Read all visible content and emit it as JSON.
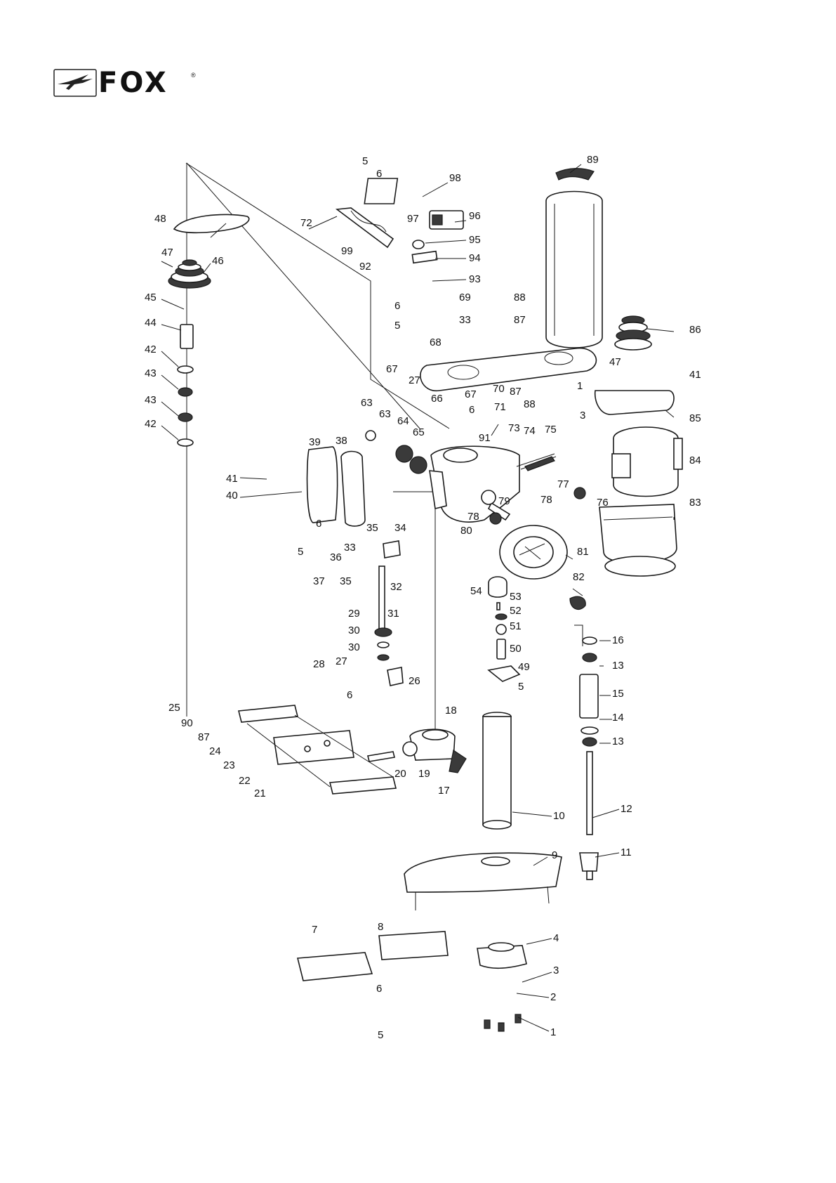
{
  "brand": {
    "name": "FOX",
    "registered_mark": "®",
    "icon": "fox-silhouette-logo"
  },
  "diagram": {
    "type": "exploded-parts-diagram",
    "callouts": [
      {
        "id": "c89",
        "label": "89"
      },
      {
        "id": "c5a",
        "label": "5"
      },
      {
        "id": "c6a",
        "label": "6"
      },
      {
        "id": "c98",
        "label": "98"
      },
      {
        "id": "c48",
        "label": "48"
      },
      {
        "id": "c72",
        "label": "72"
      },
      {
        "id": "c97",
        "label": "97"
      },
      {
        "id": "c96",
        "label": "96"
      },
      {
        "id": "c95",
        "label": "95"
      },
      {
        "id": "c99",
        "label": "99"
      },
      {
        "id": "c94",
        "label": "94"
      },
      {
        "id": "c92",
        "label": "92"
      },
      {
        "id": "c47a",
        "label": "47"
      },
      {
        "id": "c46",
        "label": "46"
      },
      {
        "id": "c93",
        "label": "93"
      },
      {
        "id": "c45",
        "label": "45"
      },
      {
        "id": "c6b",
        "label": "6"
      },
      {
        "id": "c69",
        "label": "69"
      },
      {
        "id": "c88a",
        "label": "88"
      },
      {
        "id": "c44",
        "label": "44"
      },
      {
        "id": "c5b",
        "label": "5"
      },
      {
        "id": "c33a",
        "label": "33"
      },
      {
        "id": "c87a",
        "label": "87"
      },
      {
        "id": "c86",
        "label": "86"
      },
      {
        "id": "c42a",
        "label": "42"
      },
      {
        "id": "c47b",
        "label": "47"
      },
      {
        "id": "c68",
        "label": "68"
      },
      {
        "id": "c43a",
        "label": "43"
      },
      {
        "id": "c67a",
        "label": "67"
      },
      {
        "id": "c27a",
        "label": "27"
      },
      {
        "id": "c41a",
        "label": "41"
      },
      {
        "id": "c43b",
        "label": "43"
      },
      {
        "id": "c66",
        "label": "66"
      },
      {
        "id": "c67b",
        "label": "67"
      },
      {
        "id": "c70",
        "label": "70"
      },
      {
        "id": "c87b",
        "label": "87"
      },
      {
        "id": "c1a",
        "label": "1"
      },
      {
        "id": "c88b",
        "label": "88"
      },
      {
        "id": "c6c",
        "label": "6"
      },
      {
        "id": "c71",
        "label": "71"
      },
      {
        "id": "c42b",
        "label": "42"
      },
      {
        "id": "c63a",
        "label": "63"
      },
      {
        "id": "c63b",
        "label": "63"
      },
      {
        "id": "c64",
        "label": "64"
      },
      {
        "id": "c3a",
        "label": "3"
      },
      {
        "id": "c85",
        "label": "85"
      },
      {
        "id": "c73",
        "label": "73"
      },
      {
        "id": "c74",
        "label": "74"
      },
      {
        "id": "c75",
        "label": "75"
      },
      {
        "id": "c65",
        "label": "65"
      },
      {
        "id": "c91",
        "label": "91"
      },
      {
        "id": "c39",
        "label": "39"
      },
      {
        "id": "c38",
        "label": "38"
      },
      {
        "id": "c84",
        "label": "84"
      },
      {
        "id": "c41b",
        "label": "41"
      },
      {
        "id": "c77",
        "label": "77"
      },
      {
        "id": "c40",
        "label": "40"
      },
      {
        "id": "c76",
        "label": "76"
      },
      {
        "id": "c79",
        "label": "79"
      },
      {
        "id": "c78a",
        "label": "78"
      },
      {
        "id": "c83",
        "label": "83"
      },
      {
        "id": "c78b",
        "label": "78"
      },
      {
        "id": "c6d",
        "label": "6"
      },
      {
        "id": "c35a",
        "label": "35"
      },
      {
        "id": "c34",
        "label": "34"
      },
      {
        "id": "c80",
        "label": "80"
      },
      {
        "id": "c5c",
        "label": "5"
      },
      {
        "id": "c33b",
        "label": "33"
      },
      {
        "id": "c36",
        "label": "36"
      },
      {
        "id": "c81",
        "label": "81"
      },
      {
        "id": "c37",
        "label": "37"
      },
      {
        "id": "c35b",
        "label": "35"
      },
      {
        "id": "c32",
        "label": "32"
      },
      {
        "id": "c82",
        "label": "82"
      },
      {
        "id": "c54",
        "label": "54"
      },
      {
        "id": "c53",
        "label": "53"
      },
      {
        "id": "c52",
        "label": "52"
      },
      {
        "id": "c29",
        "label": "29"
      },
      {
        "id": "c31",
        "label": "31"
      },
      {
        "id": "c51",
        "label": "51"
      },
      {
        "id": "c30a",
        "label": "30"
      },
      {
        "id": "c16",
        "label": "16"
      },
      {
        "id": "c50",
        "label": "50"
      },
      {
        "id": "c30b",
        "label": "30"
      },
      {
        "id": "c13a",
        "label": "13"
      },
      {
        "id": "c27b",
        "label": "27"
      },
      {
        "id": "c28",
        "label": "28"
      },
      {
        "id": "c49",
        "label": "49"
      },
      {
        "id": "c5d",
        "label": "5"
      },
      {
        "id": "c26",
        "label": "26"
      },
      {
        "id": "c6e",
        "label": "6"
      },
      {
        "id": "c15",
        "label": "15"
      },
      {
        "id": "c25",
        "label": "25"
      },
      {
        "id": "c18",
        "label": "18"
      },
      {
        "id": "c14",
        "label": "14"
      },
      {
        "id": "c90",
        "label": "90"
      },
      {
        "id": "c87c",
        "label": "87"
      },
      {
        "id": "c13b",
        "label": "13"
      },
      {
        "id": "c24",
        "label": "24"
      },
      {
        "id": "c23",
        "label": "23"
      },
      {
        "id": "c20",
        "label": "20"
      },
      {
        "id": "c19",
        "label": "19"
      },
      {
        "id": "c22",
        "label": "22"
      },
      {
        "id": "c21",
        "label": "21"
      },
      {
        "id": "c17",
        "label": "17"
      },
      {
        "id": "c12",
        "label": "12"
      },
      {
        "id": "c10",
        "label": "10"
      },
      {
        "id": "c11",
        "label": "11"
      },
      {
        "id": "c9",
        "label": "9"
      },
      {
        "id": "c7",
        "label": "7"
      },
      {
        "id": "c8",
        "label": "8"
      },
      {
        "id": "c4",
        "label": "4"
      },
      {
        "id": "c3b",
        "label": "3"
      },
      {
        "id": "c6f",
        "label": "6"
      },
      {
        "id": "c2",
        "label": "2"
      },
      {
        "id": "c5e",
        "label": "5"
      },
      {
        "id": "c1b",
        "label": "1"
      }
    ]
  }
}
